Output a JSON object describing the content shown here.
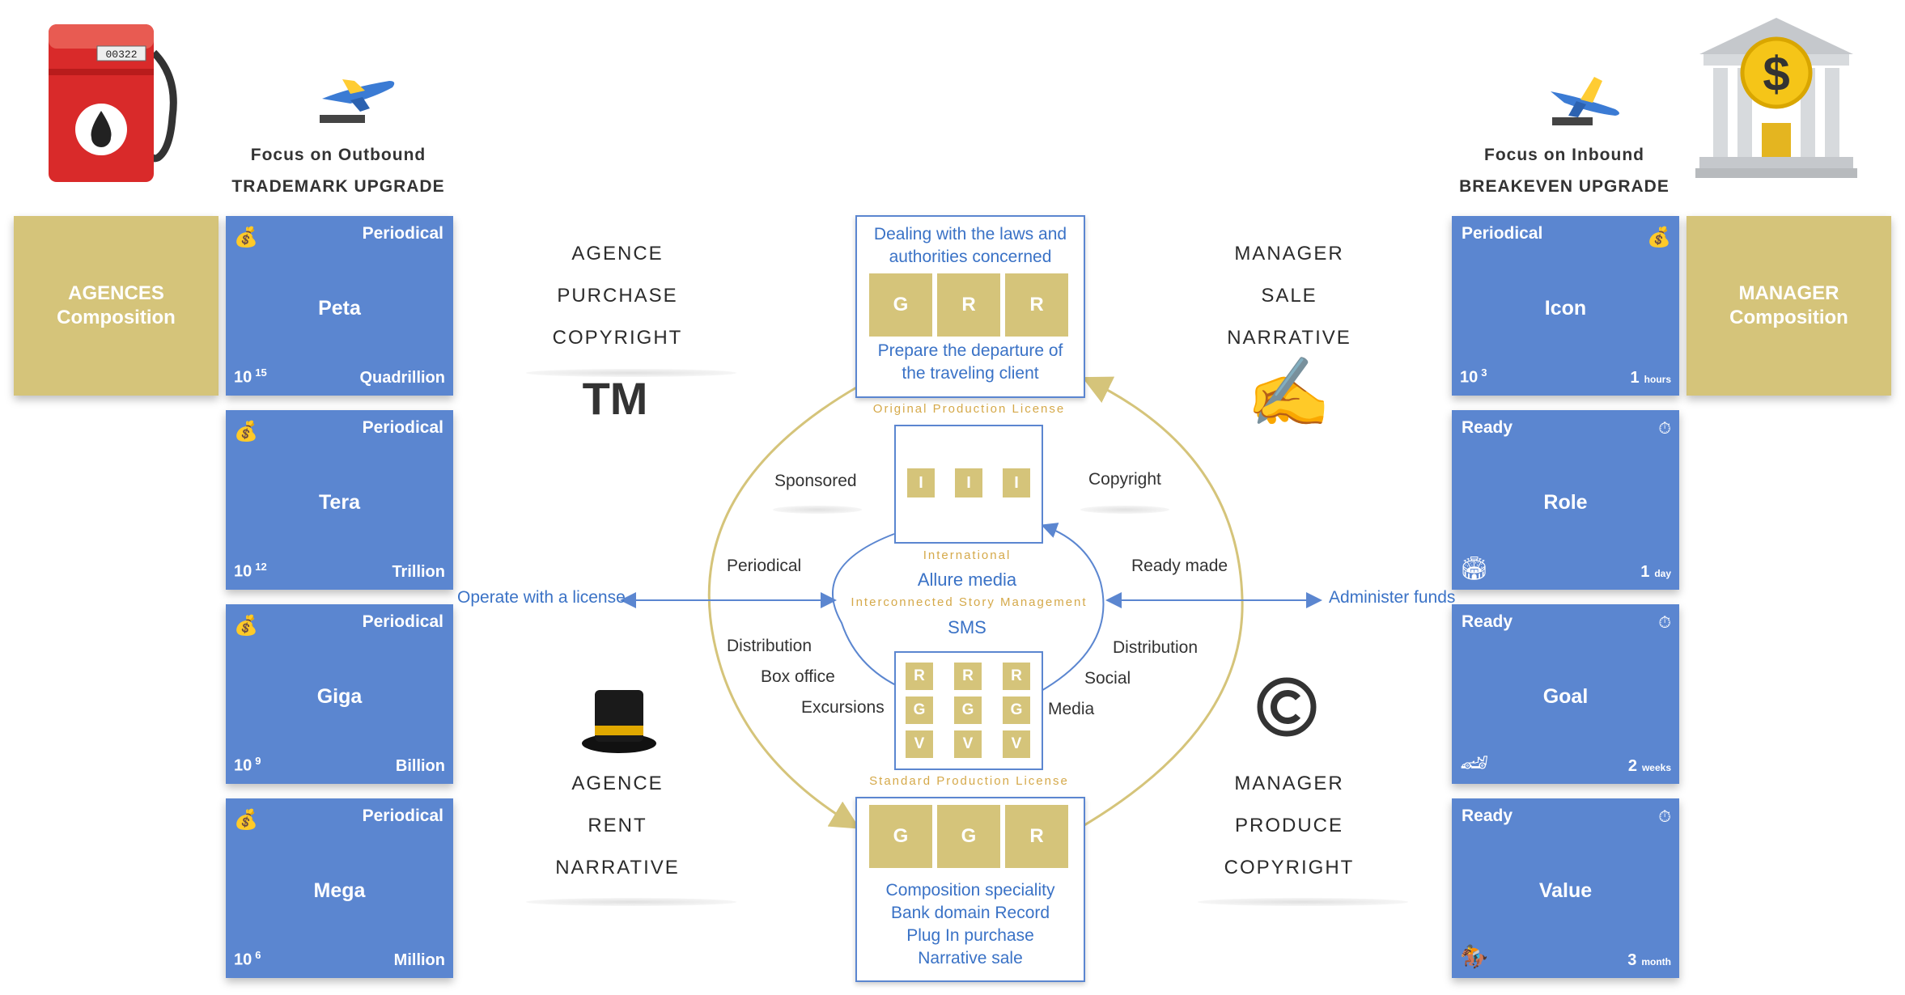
{
  "left_header": {
    "line1": "Focus on Outbound",
    "line2": "TRADEMARK UPGRADE",
    "pump_counter": "00322"
  },
  "right_header": {
    "line1": "Focus on Inbound",
    "line2": "BREAKEVEN UPGRADE"
  },
  "left_comp": {
    "line1": "AGENCES",
    "line2": "Composition"
  },
  "right_comp": {
    "line1": "MANAGER",
    "line2": "Composition"
  },
  "left_cards": [
    {
      "tag": "Periodical",
      "name": "Peta",
      "base": "10",
      "exp": "15",
      "word": "Quadrillion",
      "icon": "money-bag-icon"
    },
    {
      "tag": "Periodical",
      "name": "Tera",
      "base": "10",
      "exp": "12",
      "word": "Trillion",
      "icon": "money-bag-icon"
    },
    {
      "tag": "Periodical",
      "name": "Giga",
      "base": "10",
      "exp": "9",
      "word": "Billion",
      "icon": "money-bag-icon"
    },
    {
      "tag": "Periodical",
      "name": "Mega",
      "base": "10",
      "exp": "6",
      "word": "Million",
      "icon": "money-bag-icon"
    }
  ],
  "right_cards": [
    {
      "tag": "Periodical",
      "name": "Icon",
      "base": "10",
      "exp": "3",
      "num": "1",
      "unit": "hours"
    },
    {
      "tag": "Ready",
      "name": "Role",
      "num": "1",
      "unit": "day"
    },
    {
      "tag": "Ready",
      "name": "Goal",
      "num": "2",
      "unit": "weeks"
    },
    {
      "tag": "Ready",
      "name": "Value",
      "num": "3",
      "unit": "month"
    }
  ],
  "agence_top": [
    "AGENCE",
    "PURCHASE",
    "COPYRIGHT"
  ],
  "agence_bottom": [
    "AGENCE",
    "RENT",
    "NARRATIVE"
  ],
  "manager_top": [
    "MANAGER",
    "SALE",
    "NARRATIVE"
  ],
  "manager_bottom": [
    "MANAGER",
    "PRODUCE",
    "COPYRIGHT"
  ],
  "tm_symbol": "TM",
  "center": {
    "top_box": {
      "line1": "Dealing with the laws and",
      "line2": "authorities concerned",
      "cells": [
        "G",
        "R",
        "R"
      ],
      "line3": "Prepare the departure of",
      "line4": "the traveling client"
    },
    "original_license": "Original Production License",
    "iii_cells": [
      "I",
      "I",
      "I"
    ],
    "international": "International",
    "allure": "Allure media",
    "interconnected": "Interconnected Story Management",
    "sms": "SMS",
    "grid_cells": [
      [
        "R",
        "R",
        "R"
      ],
      [
        "G",
        "G",
        "G"
      ],
      [
        "V",
        "V",
        "V"
      ]
    ],
    "standard_license": "Standard Production License",
    "bottom_box": {
      "cells": [
        "G",
        "G",
        "R"
      ],
      "lines": [
        "Composition speciality",
        "Bank domain Record",
        "Plug In purchase",
        "Narrative sale"
      ]
    }
  },
  "labels": {
    "sponsored": "Sponsored",
    "copyright": "Copyright",
    "periodical": "Periodical",
    "ready_made": "Ready made",
    "operate": "Operate with a license",
    "administer": "Administer funds",
    "distribution_left": "Distribution",
    "box_office": "Box office",
    "excursions": "Excursions",
    "distribution_right": "Distribution",
    "social": "Social",
    "media": "Media"
  },
  "colors": {
    "card_blue": "#5b86d0",
    "gold": "#d5c47a",
    "link_blue": "#3a72c6"
  }
}
